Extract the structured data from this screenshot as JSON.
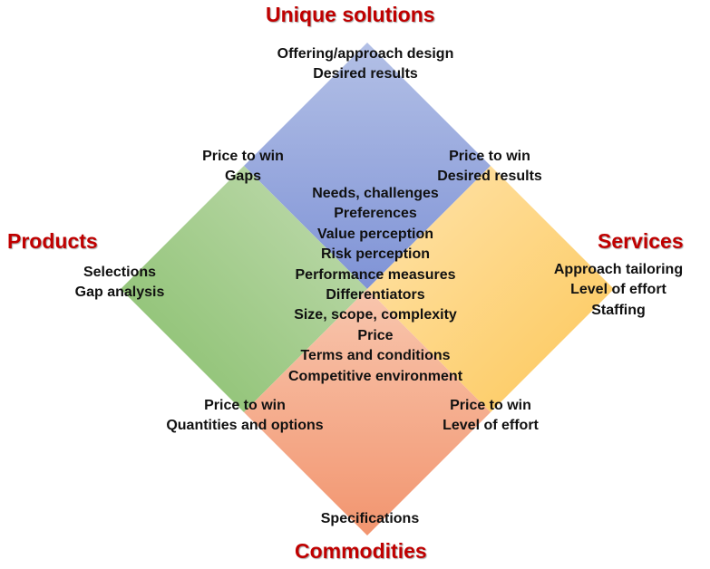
{
  "corners": {
    "top": "Unique solutions",
    "left": "Products",
    "right": "Services",
    "bottom": "Commodities"
  },
  "colors": {
    "top": [
      "#b3c0e6",
      "#7f93d6"
    ],
    "left": [
      "#c3dcb2",
      "#86be6a"
    ],
    "right": [
      "#ffe4ad",
      "#fcc758"
    ],
    "bottom": [
      "#f8c6ae",
      "#f2956f"
    ],
    "corner_text": "#c00000"
  },
  "blocks": {
    "top_apex": [
      "Offering/approach design",
      "Desired results"
    ],
    "top_left_edge": [
      "Price to win",
      "Gaps"
    ],
    "top_right_edge": [
      "Price to win",
      "Desired results"
    ],
    "left_apex": [
      "Selections",
      "Gap analysis"
    ],
    "right_apex": [
      "Approach tailoring",
      "Level of effort",
      "Staffing"
    ],
    "center": [
      "Needs, challenges",
      "Preferences",
      "Value perception",
      "Risk perception",
      "Performance measures",
      "Differentiators",
      "Size, scope, complexity",
      "Price",
      "Terms and conditions",
      "Competitive environment"
    ],
    "bottom_left_edge": [
      "Price to win",
      "Quantities and options"
    ],
    "bottom_right_edge": [
      "Price to win",
      "Level of effort"
    ],
    "bottom_apex": [
      "Specifications"
    ]
  }
}
